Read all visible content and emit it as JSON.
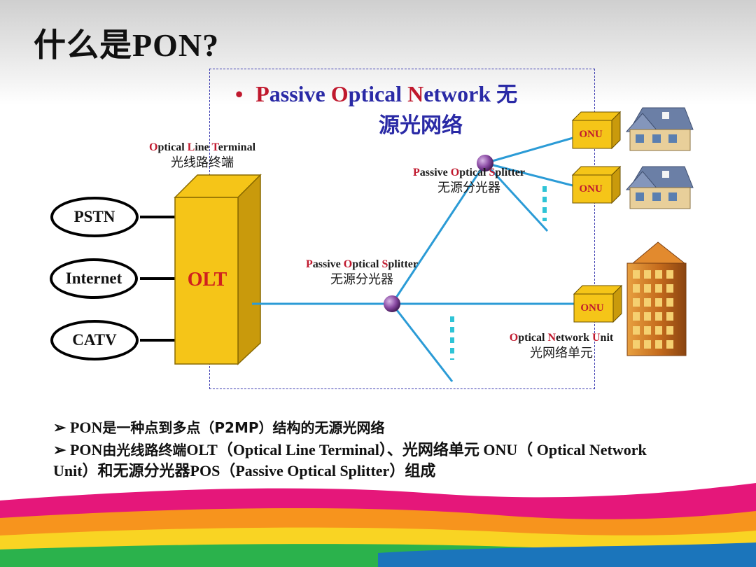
{
  "title": {
    "cn": "什么是",
    "en": "PON?"
  },
  "heading": {
    "bullet": "•",
    "p_cap": "P",
    "p_rest": "assive ",
    "o_cap": "O",
    "o_rest": "ptical ",
    "n_cap": "N",
    "n_rest": "etwork",
    "cn_1": "无",
    "cn_2": "源光网络"
  },
  "olt_label": {
    "o_cap": "O",
    "o_rest": "ptical ",
    "l_cap": "L",
    "l_rest": "ine ",
    "t_cap": "T",
    "t_rest": "erminal",
    "cn": "光线路终端"
  },
  "splitter_label_1": {
    "p_cap": "P",
    "p_rest": "assive ",
    "o_cap": "O",
    "o_rest": "ptical ",
    "s_cap": "S",
    "s_rest": "plitter",
    "cn": "无源分光器"
  },
  "splitter_label_2": {
    "p_cap": "P",
    "p_rest": "assive ",
    "o_cap": "O",
    "o_rest": "ptical ",
    "s_cap": "S",
    "s_rest": "plitter",
    "cn": "无源分光器"
  },
  "onu_label": {
    "o_cap": "O",
    "o_rest": "ptical ",
    "n_cap": "N",
    "n_rest": "etwork ",
    "u_cap": "U",
    "u_rest": "nit",
    "cn": "光网络单元"
  },
  "services": [
    "PSTN",
    "Internet",
    "CATV"
  ],
  "olt_text": "OLT",
  "onu_text": "ONU",
  "bottom": {
    "line1_marker": "➢",
    "line1_en": "PON",
    "line1_cn": "是一种点到多点（P2MP）结构的无源光网络",
    "line2_marker": "➢",
    "line2_a": "PON",
    "line2_b": "由光线路终端",
    "line2_c": "OLT（Optical Line Terminal）、光网络单元 ONU（ Optical Network Unit）和无源分光器POS（Passive Optical Splitter）组成"
  },
  "colors": {
    "fiber": "#2b9bd6",
    "box": "#f5c518",
    "box_dark": "#c99a0c",
    "splitter": "#7a3f8f",
    "frame": "#3a3ab0",
    "red": "#c0192e"
  }
}
